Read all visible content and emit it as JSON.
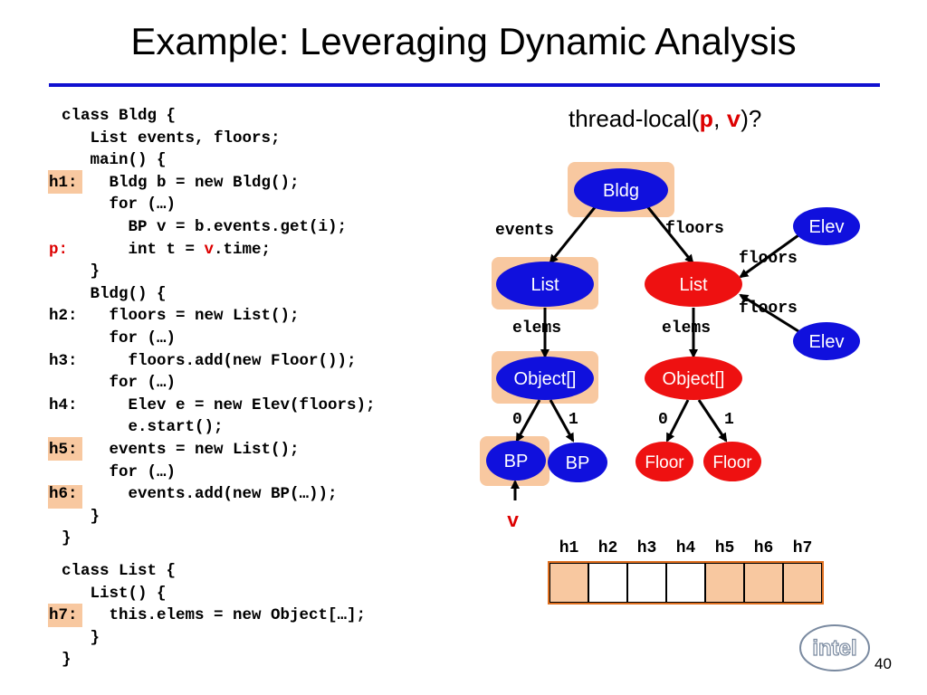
{
  "slide": {
    "title": "Example: Leveraging Dynamic Analysis",
    "question_prefix": "thread-local(",
    "question_p": "p",
    "question_sep": ", ",
    "question_v": "v",
    "question_suffix": ")?",
    "page_number": "40",
    "logo_text": "intel"
  },
  "code_lines": [
    {
      "label": "",
      "text": "class Bldg {"
    },
    {
      "label": "",
      "text": "   List events, floors;"
    },
    {
      "label": "",
      "text": "   main() {"
    },
    {
      "label": "h1:",
      "text": "     Bldg b = new Bldg();"
    },
    {
      "label": "",
      "text": "     for (…)"
    },
    {
      "label": "",
      "text": "       BP v = b.events.get(i);"
    },
    {
      "label": "p:",
      "text": "       int t = v.time;"
    },
    {
      "label": "",
      "text": "   }"
    },
    {
      "label": "",
      "text": "   Bldg() {"
    },
    {
      "label": "h2:",
      "text": "     floors = new List();"
    },
    {
      "label": "",
      "text": "     for (…)"
    },
    {
      "label": "h3:",
      "text": "       floors.add(new Floor());"
    },
    {
      "label": "",
      "text": "     for (…)"
    },
    {
      "label": "h4:",
      "text": "       Elev e = new Elev(floors);"
    },
    {
      "label": "",
      "text": "       e.start();"
    },
    {
      "label": "h5:",
      "text": "     events = new List();"
    },
    {
      "label": "",
      "text": "     for (…)"
    },
    {
      "label": "h6:",
      "text": "       events.add(new BP(…));"
    },
    {
      "label": "",
      "text": "   }"
    },
    {
      "label": "",
      "text": "}"
    }
  ],
  "code_lines2": [
    {
      "label": "",
      "text": "class List {"
    },
    {
      "label": "",
      "text": "   List() {"
    },
    {
      "label": "h7:",
      "text": "     this.elems = new Object[…];"
    },
    {
      "label": "",
      "text": "   }"
    },
    {
      "label": "",
      "text": "}"
    }
  ],
  "graph": {
    "nodes": {
      "bldg": "Bldg",
      "list_events": "List",
      "list_floors": "List",
      "elev_top": "Elev",
      "elev_bottom": "Elev",
      "objarr_left": "Object[]",
      "objarr_right": "Object[]",
      "bp1": "BP",
      "bp2": "BP",
      "floor1": "Floor",
      "floor2": "Floor"
    },
    "edges": {
      "events": "events",
      "floors": "floors",
      "floors_elev1": "floors",
      "floors_elev2": "floors",
      "elems_left": "elems",
      "elems_right": "elems",
      "idx0_left": "0",
      "idx1_left": "1",
      "idx0_right": "0",
      "idx1_right": "1"
    },
    "pointer_label": "v"
  },
  "sites": {
    "labels": [
      "h1",
      "h2",
      "h3",
      "h4",
      "h5",
      "h6",
      "h7"
    ],
    "highlighted": [
      true,
      false,
      false,
      false,
      true,
      true,
      true
    ]
  },
  "colors": {
    "blue_node": "#1010dd",
    "red_node": "#ee1111",
    "highlight": "#f8c8a0",
    "rule": "#1010d0"
  }
}
